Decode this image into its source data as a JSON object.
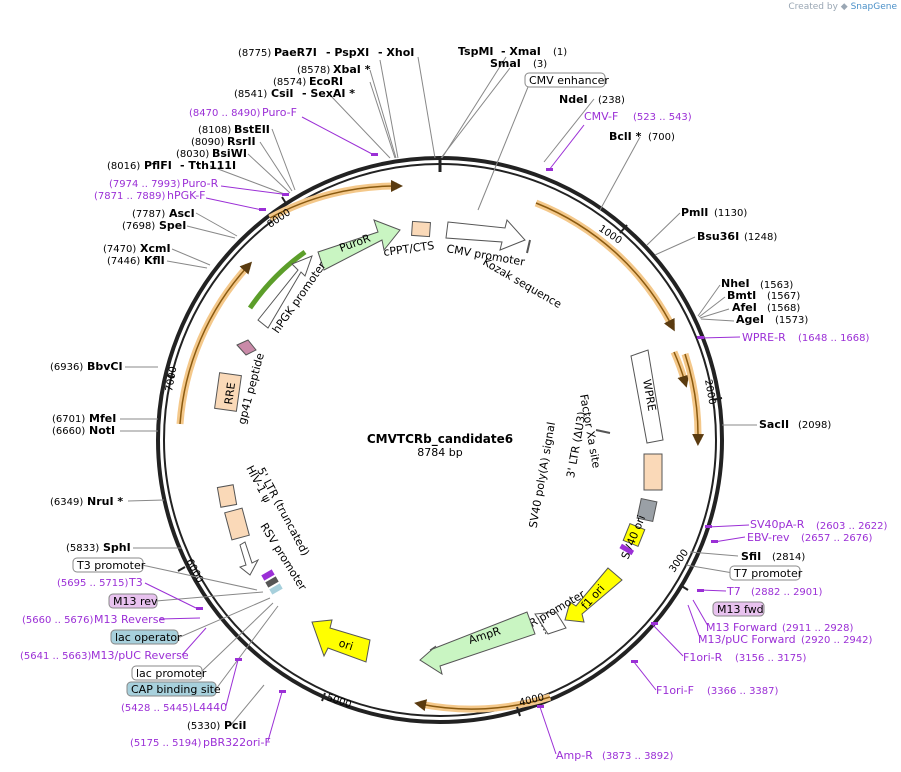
{
  "credit": {
    "prefix": "Created by",
    "brand": "SnapGene"
  },
  "plasmid": {
    "name": "CMVTCRb_candidate6",
    "size": "8784 bp"
  },
  "enzymes": {
    "paer7i": "(8775)",
    "paer7i_n": "PaeR7I",
    "pspxi": "- PspXI",
    "xhoi": "- XhoI",
    "tspmi_n": "TspMI",
    "xmai": "- XmaI",
    "tspmi": "(1)",
    "smai_n": "SmaI",
    "smai": "(3)",
    "xbai": "(8578)",
    "xbai_n": "XbaI *",
    "ecori": "(8574)",
    "ecori_n": "EcoRI",
    "csii": "(8541)",
    "csii_n": "CsiI",
    "sexai": "- SexAI *",
    "ndei_n": "NdeI",
    "ndei": "(238)",
    "bcli_n": "BclI *",
    "bcli": "(700)",
    "bsteii": "(8108)",
    "bsteii_n": "BstEII",
    "rsrii": "(8090)",
    "rsrii_n": "RsrII",
    "bsiwi": "(8030)",
    "bsiwi_n": "BsiWI",
    "pflfi": "(8016)",
    "pflfi_n": "PflFI",
    "tth": "- Tth111I",
    "asci": "(7787)",
    "asci_n": "AscI",
    "spei": "(7698)",
    "spei_n": "SpeI",
    "xcmi": "(7470)",
    "xcmi_n": "XcmI",
    "kfli": "(7446)",
    "kfli_n": "KflI",
    "pmli_n": "PmlI",
    "pmli": "(1130)",
    "bsu36i_n": "Bsu36I",
    "bsu36i": "(1248)",
    "nhei_n": "NheI",
    "nhei": "(1563)",
    "bmti_n": "BmtI",
    "bmti": "(1567)",
    "afei_n": "AfeI",
    "afei": "(1568)",
    "agei_n": "AgeI",
    "agei": "(1573)",
    "bbvci": "(6936)",
    "bbvci_n": "BbvCI",
    "saci_n": "SacII",
    "sacii": "(2098)",
    "mfei": "(6701)",
    "mfei_n": "MfeI",
    "noti": "(6660)",
    "noti_n": "NotI",
    "nrui": "(6349)",
    "nrui_n": "NruI *",
    "sphi": "(5833)",
    "sphi_n": "SphI",
    "sfii_n": "SfiI",
    "sfii": "(2814)",
    "pcii": "(5330)",
    "pcii_n": "PciI"
  },
  "primers": {
    "puro_f": "Puro-F",
    "puro_f_pos": "(8470 .. 8490)",
    "cmv_f": "CMV-F",
    "cmv_f_pos": "(523 .. 543)",
    "puro_r": "Puro-R",
    "puro_r_pos": "(7974 .. 7993)",
    "hpgk_f": "hPGK-F",
    "hpgk_f_pos": "(7871 .. 7889)",
    "wpre_r": "WPRE-R",
    "wpre_r_pos": "(1648 .. 1668)",
    "sv40pa_r": "SV40pA-R",
    "sv40pa_r_pos": "(2603 .. 2622)",
    "ebv_rev": "EBV-rev",
    "ebv_rev_pos": "(2657 .. 2676)",
    "t7": "T7",
    "t7_pos": "(2882 .. 2901)",
    "m13f": "M13 Forward",
    "m13f_pos": "(2911 .. 2928)",
    "m13puc_f": "M13/pUC Forward",
    "m13puc_f_pos": "(2920 .. 2942)",
    "f1ori_r": "F1ori-R",
    "f1ori_r_pos": "(3156 .. 3175)",
    "f1ori_f": "F1ori-F",
    "f1ori_f_pos": "(3366 .. 3387)",
    "amp_r": "Amp-R",
    "amp_r_pos": "(3873 .. 3892)",
    "t3": "T3",
    "t3_pos": "(5695 .. 5715)",
    "m13rev": "M13 Reverse",
    "m13rev_pos": "(5660 .. 5676)",
    "m13puc_r": "M13/pUC Reverse",
    "m13puc_r_pos": "(5641 .. 5663)",
    "l4440": "L4440",
    "l4440_pos": "(5428 .. 5445)",
    "pbr322": "pBR322ori-F",
    "pbr322_pos": "(5175 .. 5194)"
  },
  "boxes": {
    "cmv_enhancer": "CMV enhancer",
    "t7_promoter": "T7 promoter",
    "m13_fwd": "M13 fwd",
    "t3_promoter": "T3 promoter",
    "m13_rev": "M13 rev",
    "lac_operator": "lac operator",
    "lac_promoter": "lac promoter",
    "cap_site": "CAP binding site"
  },
  "features": {
    "cppt": "cPPT/CTS",
    "puror": "PuroR",
    "cmv_promoter": "CMV promoter",
    "kozak": "Kozak sequence",
    "hpgk": "hPGK promoter",
    "gp41": "gp41 peptide",
    "rre": "RRE",
    "wpre": "WPRE",
    "factor_xa": "Factor Xa site",
    "ltr3": "3' LTR (ΔU3)",
    "sv40pa": "SV40 poly(A) signal",
    "sv40ori": "SV40 ori",
    "f1ori": "f1 ori",
    "ampr_prom": "AmpR promoter",
    "ampr": "AmpR",
    "ori": "ori",
    "ltr5": "5' LTR (truncated)",
    "hiv": "HIV-1 ψ",
    "rsv": "RSV promoter"
  },
  "ticks": {
    "t1000": "1000",
    "t2000": "2000",
    "t3000": "3000",
    "t4000": "4000",
    "t5000": "5000",
    "t6000": "6000",
    "t7000": "7000",
    "t8000": "8000"
  },
  "colors": {
    "primer": "#9b2fd6",
    "orf": "#f0a830",
    "puro": "#c9f5c2",
    "ampr": "#c9f5c2",
    "ori": "#ffff00",
    "cap": "#a7d0dc",
    "m13rev": "#e8c2ef",
    "lacop": "#a7d0dc"
  }
}
